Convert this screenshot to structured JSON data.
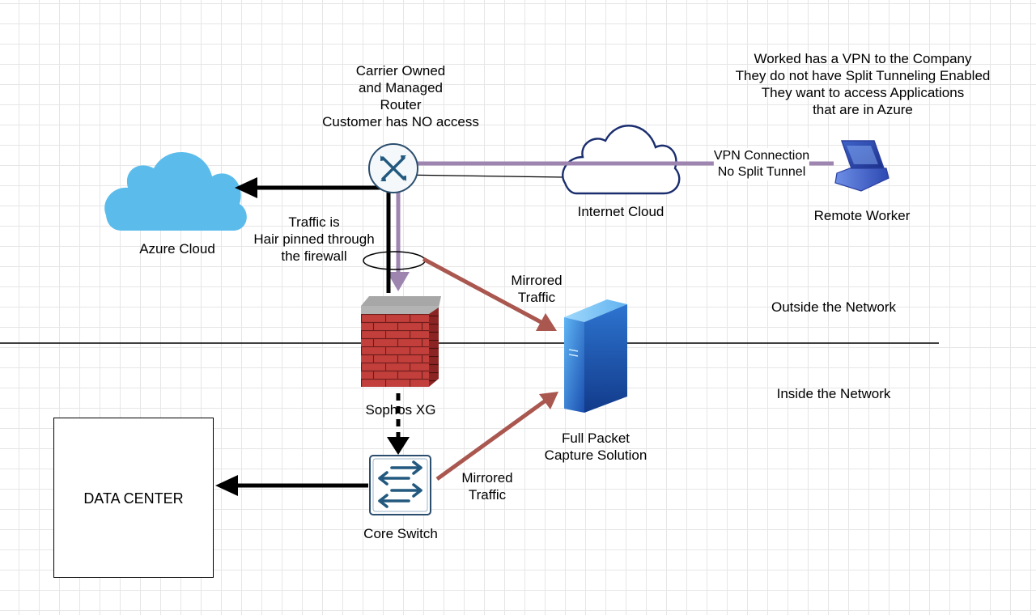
{
  "diagram": {
    "nodes": {
      "router": {
        "label_lines": [
          "Carrier Owned",
          "and Managed",
          "Router",
          "Customer has NO access"
        ],
        "icon": "router-icon"
      },
      "azure": {
        "label": "Azure Cloud",
        "icon": "cloud-icon",
        "color": "#5bbcec"
      },
      "internet": {
        "label": "Internet Cloud",
        "icon": "cloud-outline-icon",
        "color": "#1a2d6e"
      },
      "remote_worker": {
        "label": "Remote Worker",
        "icon": "laptop-icon"
      },
      "firewall": {
        "label": "Sophos XG",
        "icon": "brick-firewall-icon"
      },
      "core_switch": {
        "label": "Core Switch",
        "icon": "switch-icon"
      },
      "capture": {
        "label_lines": [
          "Full Packet",
          "Capture Solution"
        ],
        "icon": "server-icon"
      },
      "data_center": {
        "label": "DATA CENTER"
      }
    },
    "notes": {
      "worker_note": [
        "Worked has a VPN to the Company",
        "They do not have Split Tunneling Enabled",
        "They want to access Applications",
        "that are in Azure"
      ],
      "vpn": [
        "VPN Connection",
        "No Split Tunnel"
      ],
      "hairpin": [
        "Traffic is",
        "Hair pinned through",
        "the firewall"
      ],
      "mirror_top": [
        "Mirrored",
        "Traffic"
      ],
      "mirror_bottom": [
        "Mirrored",
        "Traffic"
      ],
      "outside": "Outside the Network",
      "inside": "Inside the Network"
    },
    "colors": {
      "vpn_line": "#9d85b0",
      "mirror_arrow": "#a9574f",
      "traffic_arrow": "#000000",
      "boundary_line": "#000000"
    }
  }
}
